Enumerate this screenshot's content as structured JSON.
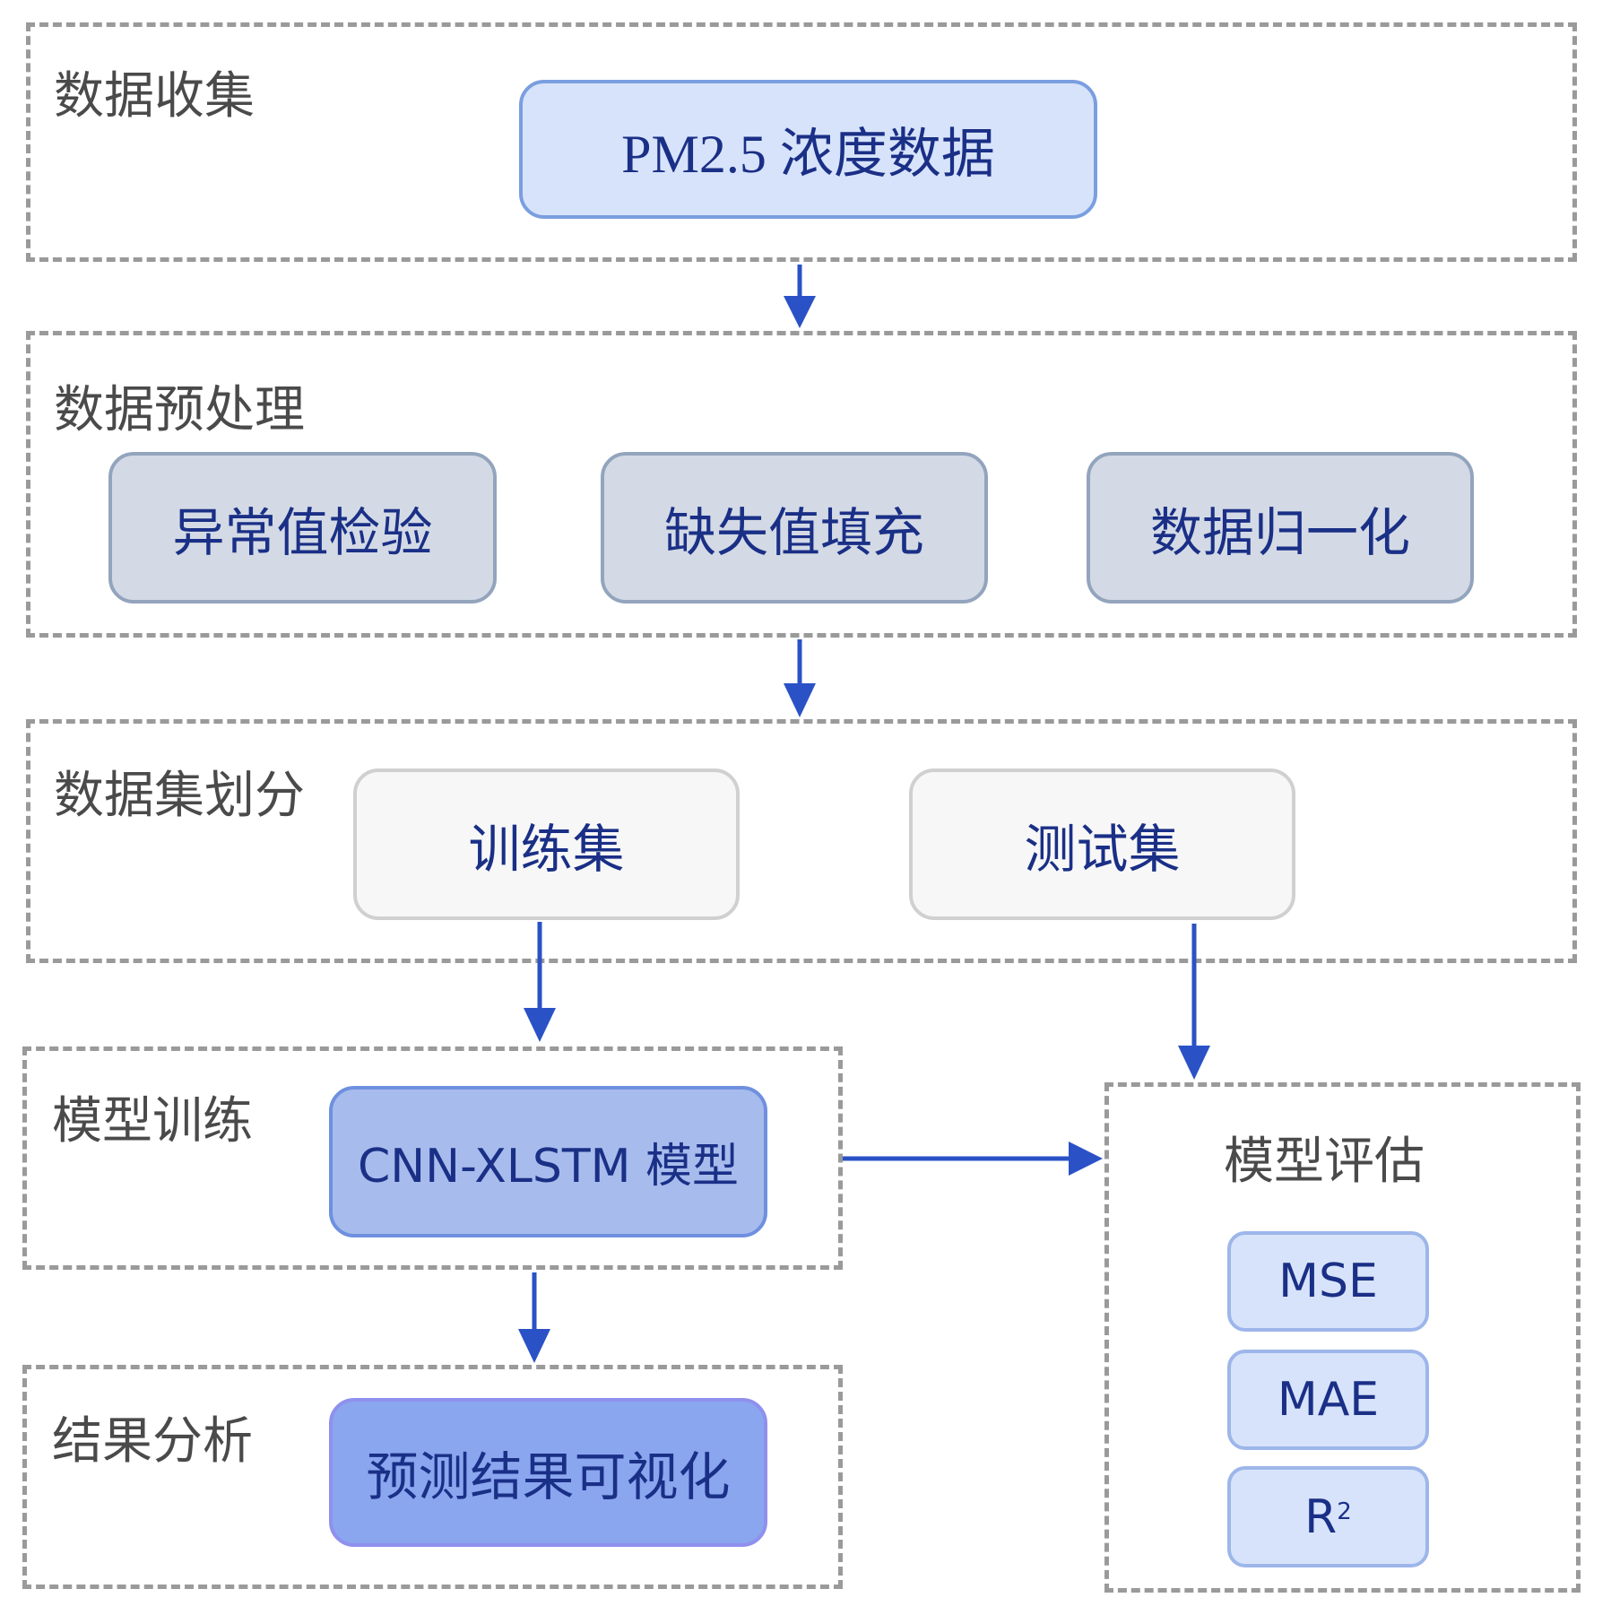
{
  "stages": {
    "collection": {
      "label": "数据收集",
      "node": "PM2.5 浓度数据"
    },
    "preprocessing": {
      "label": "数据预处理",
      "nodes": [
        "异常值检验",
        "缺失值填充",
        "数据归一化"
      ]
    },
    "split": {
      "label": "数据集划分",
      "nodes": [
        "训练集",
        "测试集"
      ]
    },
    "training": {
      "label": "模型训练",
      "node": "CNN-XLSTM 模型"
    },
    "analysis": {
      "label": "结果分析",
      "node": "预测结果可视化"
    },
    "evaluation": {
      "label": "模型评估",
      "metrics": [
        "MSE",
        "MAE",
        "R"
      ],
      "r2_superscript": "2"
    }
  },
  "colors": {
    "arrow": "#2a52c6",
    "group_border": "#9a9a9a",
    "node_text": "#1a2f86",
    "label_text": "#4a4a4a"
  }
}
